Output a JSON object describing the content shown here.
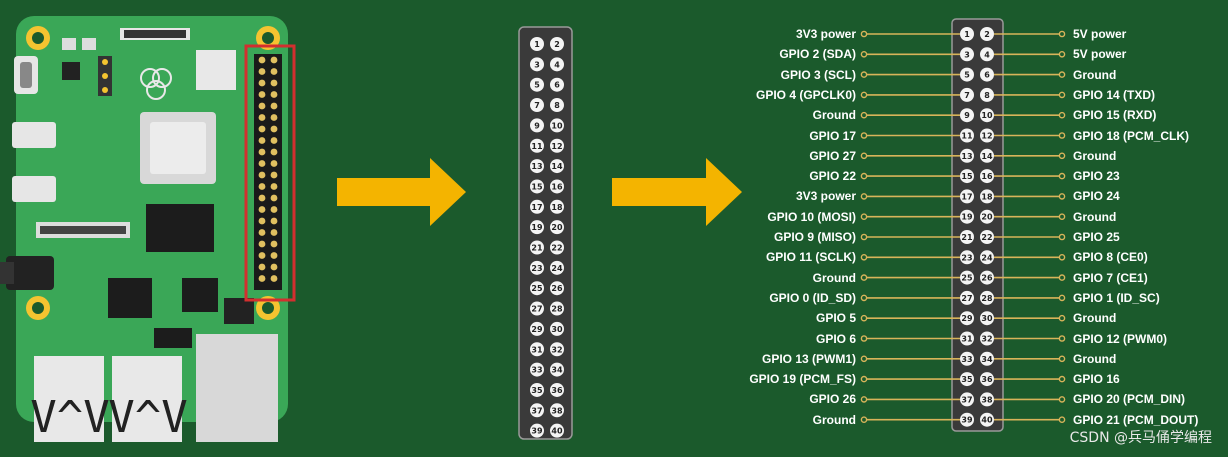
{
  "left_labels": [
    "3V3 power",
    "GPIO 2 (SDA)",
    "GPIO 3 (SCL)",
    "GPIO 4 (GPCLK0)",
    "Ground",
    "GPIO 17",
    "GPIO 27",
    "GPIO 22",
    "3V3 power",
    "GPIO 10 (MOSI)",
    "GPIO 9 (MISO)",
    "GPIO 11 (SCLK)",
    "Ground",
    "GPIO 0 (ID_SD)",
    "GPIO 5",
    "GPIO 6",
    "GPIO 13 (PWM1)",
    "GPIO 19 (PCM_FS)",
    "GPIO 26",
    "Ground"
  ],
  "right_labels": [
    "5V power",
    "5V power",
    "Ground",
    "GPIO 14 (TXD)",
    "GPIO 15 (RXD)",
    "GPIO 18 (PCM_CLK)",
    "Ground",
    "GPIO 23",
    "GPIO 24",
    "Ground",
    "GPIO 25",
    "GPIO 8 (CE0)",
    "GPIO 7 (CE1)",
    "GPIO 1 (ID_SC)",
    "Ground",
    "GPIO 12 (PWM0)",
    "Ground",
    "GPIO 16",
    "GPIO 20 (PCM_DIN)",
    "GPIO 21 (PCM_DOUT)"
  ],
  "pins": [
    "1",
    "2",
    "3",
    "4",
    "5",
    "6",
    "7",
    "8",
    "9",
    "10",
    "11",
    "12",
    "13",
    "14",
    "15",
    "16",
    "17",
    "18",
    "19",
    "20",
    "21",
    "22",
    "23",
    "24",
    "25",
    "26",
    "27",
    "28",
    "29",
    "30",
    "31",
    "32",
    "33",
    "34",
    "35",
    "36",
    "37",
    "38",
    "39",
    "40"
  ],
  "watermark": "CSDN @兵马俑学编程",
  "colors": {
    "background": "#1b5a2c",
    "board": "#3aa757",
    "header": "#3a3a3a",
    "arrow": "#f4b400",
    "highlight": "#d32f2f",
    "lead": "#d8b45a"
  }
}
